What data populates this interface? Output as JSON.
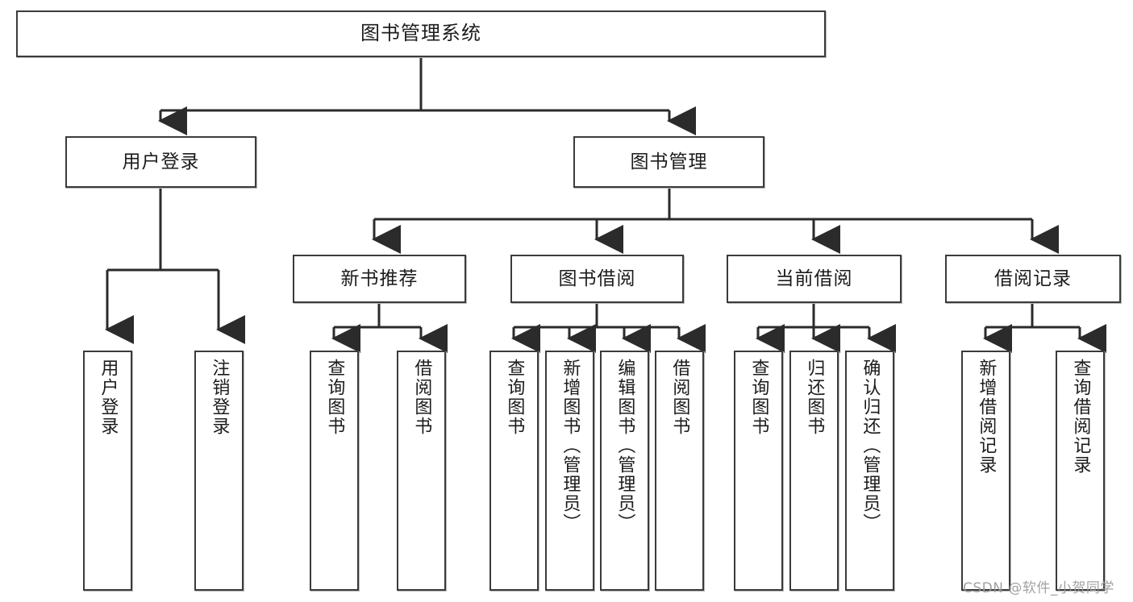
{
  "diagram": {
    "kind": "tree-hierarchy-chart",
    "orientation": "top-down",
    "box_border_color": "#3b3b3b",
    "box_fill_color": "#ffffff",
    "connector_color": "#2b2b2b",
    "text_color": "#1c1c1c",
    "background_color": "#ffffff"
  },
  "root": {
    "label": "图书管理系统"
  },
  "level2": [
    {
      "label": "用户登录"
    },
    {
      "label": "图书管理"
    }
  ],
  "level3": [
    {
      "label": "新书推荐"
    },
    {
      "label": "图书借阅"
    },
    {
      "label": "当前借阅"
    },
    {
      "label": "借阅记录"
    }
  ],
  "leaves": {
    "user_login": [
      {
        "label": "用户登录"
      },
      {
        "label": "注销登录"
      }
    ],
    "new_book_recommend": [
      {
        "label": "查询图书"
      },
      {
        "label": "借阅图书"
      }
    ],
    "book_borrow": [
      {
        "label": "查询图书"
      },
      {
        "label": "新增图书（管理员）"
      },
      {
        "label": "编辑图书（管理员）"
      },
      {
        "label": "借阅图书"
      }
    ],
    "current_borrow": [
      {
        "label": "查询图书"
      },
      {
        "label": "归还图书"
      },
      {
        "label": "确认归还（管理员）"
      }
    ],
    "borrow_record": [
      {
        "label": "新增借阅记录"
      },
      {
        "label": "查询借阅记录"
      }
    ]
  },
  "watermark": {
    "text": "CSDN @软件_小贺同学"
  }
}
